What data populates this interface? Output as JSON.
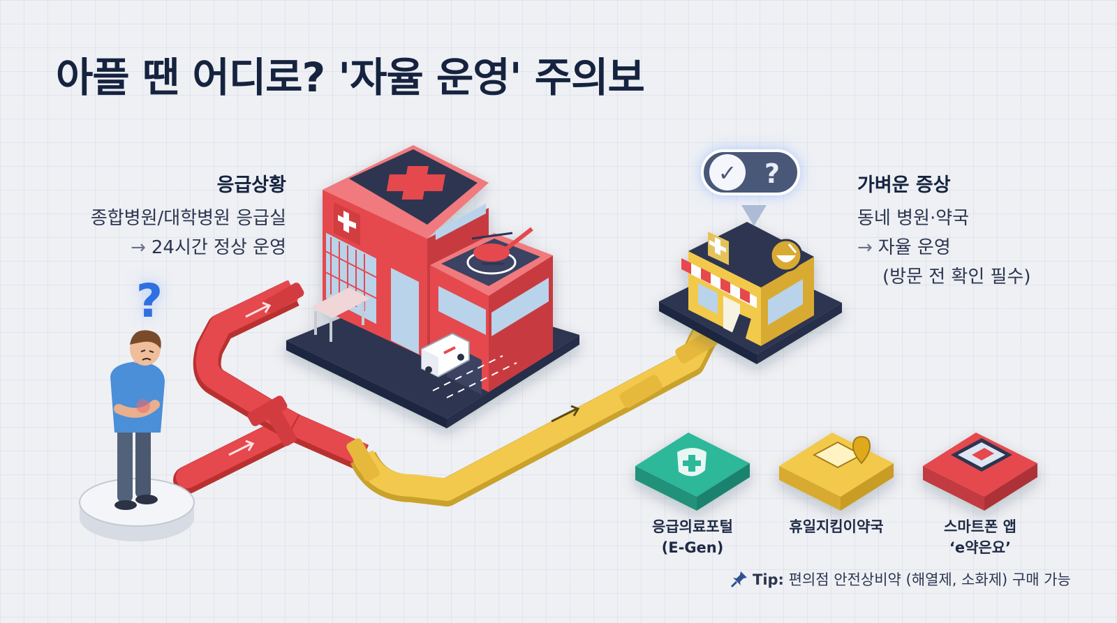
{
  "title": "아플 땐 어디로? '자율 운영' 주의보",
  "emergency": {
    "heading": "응급상황",
    "line1": "종합병원/대학병원 응급실",
    "line2": "24시간 정상 운영",
    "arrow": "→",
    "color": "#e5484d"
  },
  "mild": {
    "heading": "가벼운 증상",
    "line1": "동네 병원·약국",
    "line2": "자율 운영",
    "line3": "(방문 전 확인 필수)",
    "arrow": "→",
    "color": "#f2c94c"
  },
  "resources": [
    {
      "label_line1": "응급의료포털",
      "label_line2": "(E-Gen)",
      "icon": "shield-cross-icon",
      "color": "#2fb89a"
    },
    {
      "label_line1": "휴일지킴이약국",
      "label_line2": "",
      "icon": "map-pin-icon",
      "color": "#f2c94c"
    },
    {
      "label_line1": "스마트폰 앱",
      "label_line2": "‘e약은요’",
      "icon": "pill-phone-icon",
      "color": "#e5484d"
    }
  ],
  "toggle": {
    "check": "✓",
    "question": "?"
  },
  "person_question": "?",
  "tip": {
    "label": "Tip:",
    "text": "편의점 안전상비약 (해열제, 소화제) 구매 가능",
    "icon": "pushpin-icon"
  }
}
